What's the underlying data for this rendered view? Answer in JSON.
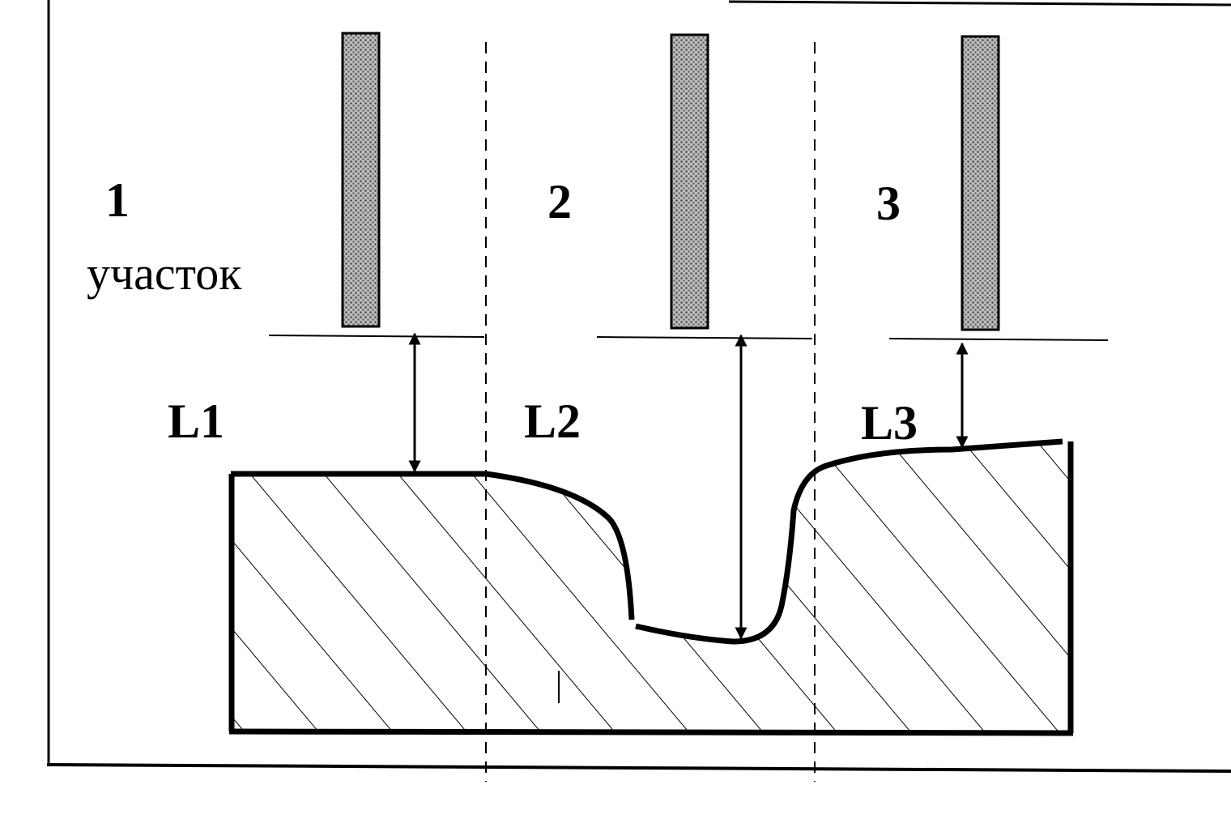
{
  "sections": [
    {
      "number": "1",
      "word": "участок",
      "distance_label": "L1"
    },
    {
      "number": "2",
      "distance_label": "L2"
    },
    {
      "number": "3",
      "distance_label": "L3"
    }
  ],
  "colors": {
    "ink": "#000000",
    "background": "#ffffff",
    "electrode_fill": "#d0d0d0"
  },
  "icons": [
    "electrode-bar",
    "double-arrow",
    "hatched-workpiece"
  ]
}
